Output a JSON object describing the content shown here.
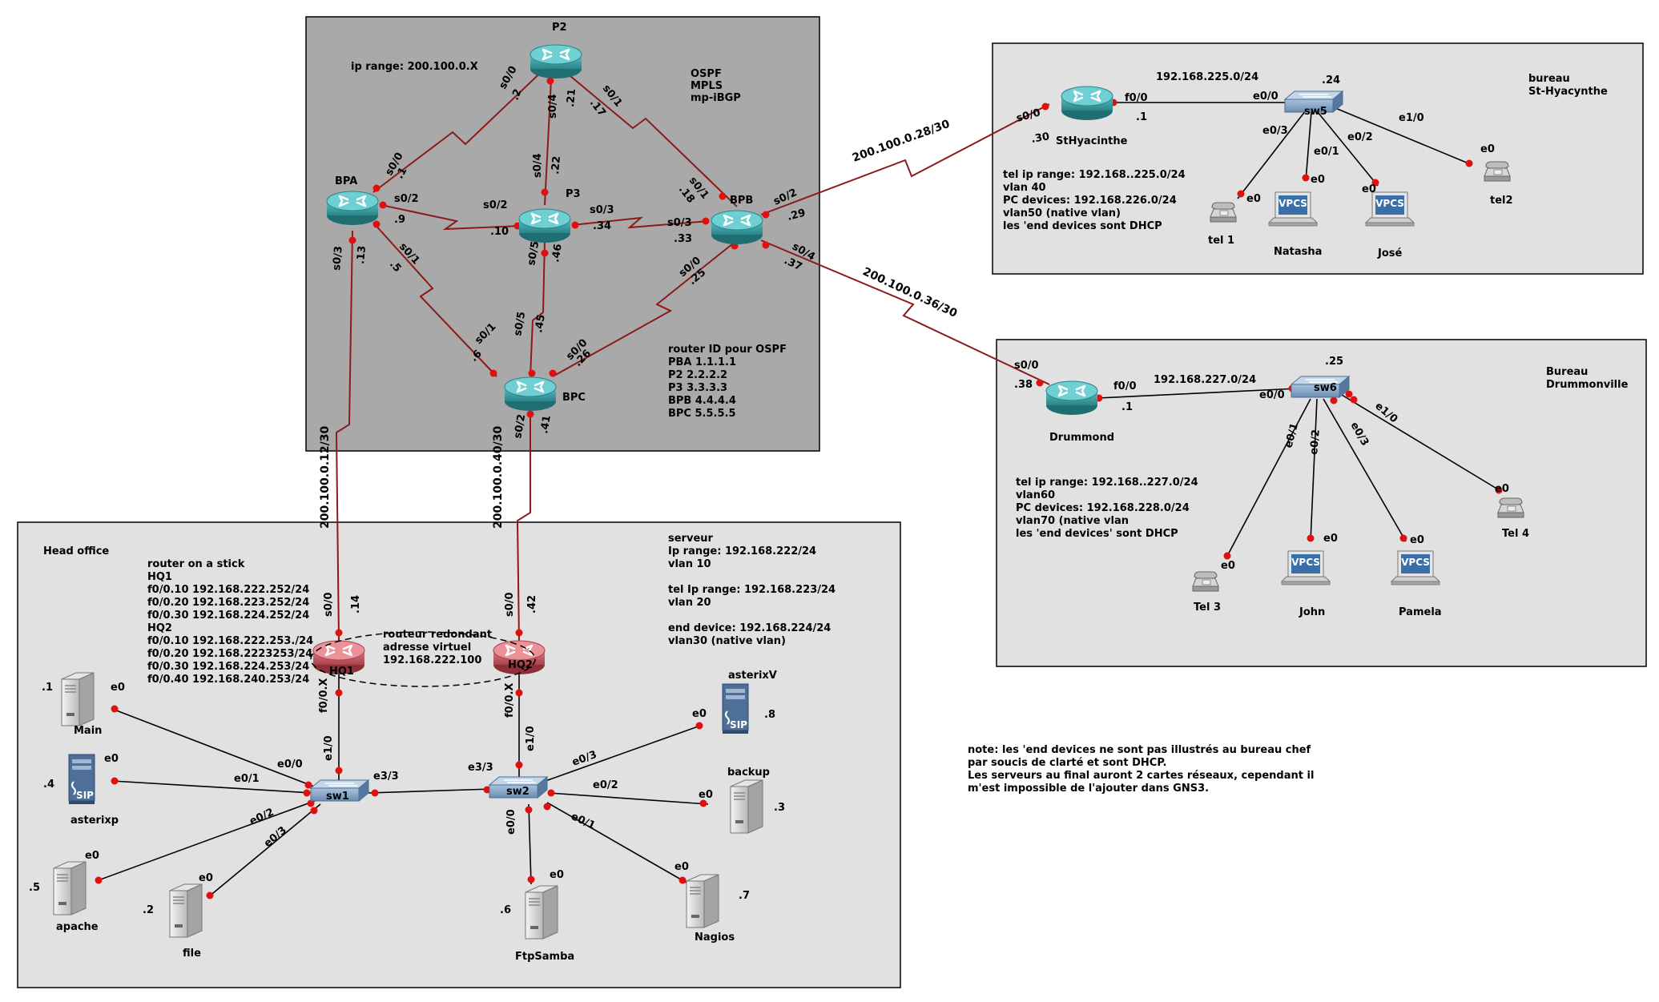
{
  "colors": {
    "core_area_bg": "#a9a9a9",
    "office_bg": "#e1e1e1",
    "link_red": "#8b1a1a",
    "link_black": "#000000",
    "endpoint_dot": "#e01010",
    "router_teal": "#3b9fa3",
    "router_red": "#c9575f",
    "switch_blue": "#8aa8c8",
    "vpcs_blue": "#3a6ea8",
    "sip_blue": "#4d6f98"
  },
  "areas": {
    "core": {
      "ip_range": "ip range: 200.100.0.X",
      "protocols": [
        "OSPF",
        "MPLS",
        "mp-iBGP"
      ],
      "router_ids": [
        "router ID pour OSPF",
        "PBA 1.1.1.1",
        "P2 2.2.2.2",
        "P3 3.3.3.3",
        "BPB 4.4.4.4",
        "BPC 5.5.5.5"
      ]
    },
    "st_hyacinthe": {
      "title": [
        "bureau",
        "St-Hyacynthe"
      ],
      "subnet": "192.168.225.0/24",
      "info": [
        "tel ip range: 192.168..225.0/24",
        "vlan 40",
        "PC devices: 192.168.226.0/24",
        "vlan50 (native vlan)",
        "les 'end devices sont DHCP"
      ]
    },
    "drummondville": {
      "title": [
        "Bureau",
        "Drummonville"
      ],
      "subnet": "192.168.227.0/24",
      "info": [
        "tel ip range: 192.168..227.0/24",
        "vlan60",
        "PC devices: 192.168.228.0/24",
        "vlan70 (native vlan",
        "les 'end devices' sont DHCP"
      ]
    },
    "head_office": {
      "title": "Head office",
      "router_on_stick": [
        "router on a stick",
        "HQ1",
        "f0/0.10 192.168.222.252/24",
        "f0/0.20 192.168.223.252/24",
        "f0/0.30 192.168.224.252/24",
        "HQ2",
        "f0/0.10 192.168.222.253./24",
        "f0/0.20 192.168.2223253/24",
        "f0/0.30 192.168.224.253/24",
        "f0/0.40 192.168.240.253/24"
      ],
      "server_info": [
        "serveur",
        "Ip range:  192.168.222/24",
        "vlan 10",
        "",
        "tel Ip range: 192.168.223/24",
        "vlan 20",
        "",
        "end device: 192.168.224/24",
        "vlan30 (native vlan)"
      ],
      "redundancy": [
        "routeur redondant",
        "adresse virtuel",
        "192.168.222.100"
      ]
    }
  },
  "footnote": [
    "note: les 'end devices  ne sont pas illustrés au bureau chef",
    "par soucis de clarté et sont DHCP.",
    "Les serveurs au final auront 2 cartes réseaux, cependant il",
    "m'est impossible de l'ajouter dans GNS3."
  ],
  "wan_links": [
    "200.100.0.28/30",
    "200.100.0.36/30",
    "200.100.0.12/30",
    "200.100.0.40/30"
  ],
  "nodes": {
    "p2": "P2",
    "bpa": "BPA",
    "p3": "P3",
    "bpb": "BPB",
    "bpc": "BPC",
    "sthyacinthe": "StHyacinthe",
    "sw5": "sw5",
    "tel1": "tel 1",
    "natasha": "Natasha",
    "jose": "José",
    "tel2": "tel2",
    "drummond": "Drummond",
    "sw6": "sw6",
    "tel3": "Tel 3",
    "john": "John",
    "pamela": "Pamela",
    "tel4": "Tel 4",
    "hq1": "HQ1",
    "hq2": "HQ2",
    "sw1": "sw1",
    "sw2": "sw2",
    "main": "Main",
    "asterixp": "asterixp",
    "apache": "apache",
    "file": "file",
    "ftpsamba": "FtpSamba",
    "nagios": "Nagios",
    "backup": "backup",
    "asterixv": "asterixV",
    "vpcs": "VPCS",
    "sip": "SIP"
  },
  "interface_labels": {
    "bpa_p2_a": "s0/0",
    "bpa_p2_b": ".1",
    "p2_bpa_a": "s0/0",
    "p2_bpa_b": ".2",
    "p2_p3_a": "s0/4",
    "p2_p3_b": ".21",
    "p3_p2_a": "s0/4",
    "p3_p2_b": ".22",
    "p2_bpb_a": "s0/1",
    "p2_bpb_b": ".17",
    "bpb_p2_a": "s0/1",
    "bpb_p2_b": ".18",
    "bpa_p3_a": "s0/2",
    "bpa_p3_b": ".9",
    "p3_bpa_a": "s0/2",
    "p3_bpa_b": ".10",
    "p3_bpb_a": "s0/3",
    "p3_bpb_b": ".34",
    "bpb_p3_a": "s0/3",
    "bpb_p3_b": ".33",
    "bpa_bpc_a": "s0/1",
    "bpa_bpc_b": ".5",
    "bpc_bpa_a": "s0/1",
    "bpc_bpa_b": ".6",
    "p3_bpc_a": "s0/5",
    "p3_bpc_b": ".46",
    "bpc_p3_a": "s0/5",
    "bpc_p3_b": ".45",
    "bpb_bpc_a": "s0/0",
    "bpb_bpc_b": ".25",
    "bpc_bpb_a": "s0/0",
    "bpc_bpb_b": ".26",
    "bpa_hq1_a": "s0/3",
    "bpa_hq1_b": ".13",
    "bpc_hq2_a": "s0/2",
    "bpc_hq2_b": ".41",
    "bpb_sth_a": "s0/2",
    "bpb_sth_b": ".29",
    "bpb_dru_a": "s0/4",
    "bpb_dru_b": ".37",
    "sth_wan_a": "s0/0",
    "sth_wan_b": ".30",
    "sth_lan_a": "f0/0",
    "sth_lan_b": ".1",
    "sw5_up": "e0/0",
    "sw5_ip": ".24",
    "sw5_e03": "e0/3",
    "sw5_e01": "e0/1",
    "sw5_e02": "e0/2",
    "sw5_e10": "e1/0",
    "dru_wan_a": "s0/0",
    "dru_wan_b": ".38",
    "dru_lan_a": "f0/0",
    "dru_lan_b": ".1",
    "sw6_up": "e0/0",
    "sw6_ip": ".25",
    "sw6_e01": "e0/1",
    "sw6_e02": "e0/2",
    "sw6_e03": "e0/3",
    "sw6_e10": "e1/0",
    "hq1_wan_a": "s0/0",
    "hq1_wan_b": ".14",
    "hq2_wan_a": "s0/0",
    "hq2_wan_b": ".42",
    "hq1_lan": "f0/0.X",
    "hq2_lan": "f0/0.X",
    "sw1_up": "e1/0",
    "sw2_up": "e1/0",
    "sw1_trunk": "e3/3",
    "sw2_trunk": "e3/3",
    "sw1_e00": "e0/0",
    "sw1_e01": "e0/1",
    "sw1_e02": "e0/2",
    "sw1_e03": "e0/3",
    "sw2_e00": "e0/0",
    "sw2_e01": "e0/1",
    "sw2_e02": "e0/2",
    "sw2_e03": "e0/3",
    "e0": "e0",
    "main_ip": ".1",
    "asterixp_ip": ".4",
    "apache_ip": ".5",
    "file_ip": ".2",
    "ftpsamba_ip": ".6",
    "nagios_ip": ".7",
    "backup_ip": ".3",
    "asterixv_ip": ".8"
  }
}
